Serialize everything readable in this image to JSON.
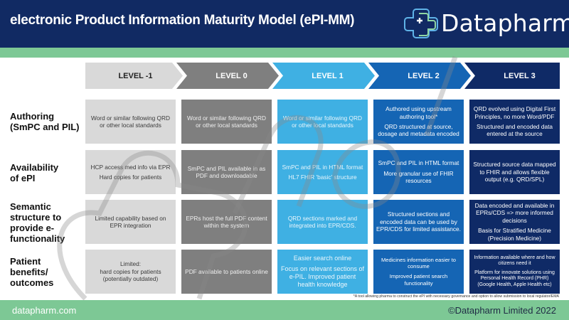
{
  "header": {
    "title": "electronic Product Information Maturity Model (ePI-MM)",
    "logo_text": "Datapharm"
  },
  "colors": {
    "header_bg": "#112a63",
    "accent_green": "#7dc895",
    "level_minus1": "#d9d9d9",
    "level_0": "#7f7f7f",
    "level_1": "#3fb0e3",
    "level_2": "#1565b4",
    "level_3": "#0f2a66"
  },
  "levels": [
    {
      "label": "LEVEL -1"
    },
    {
      "label": "LEVEL 0"
    },
    {
      "label": "LEVEL 1"
    },
    {
      "label": "LEVEL 2"
    },
    {
      "label": "LEVEL 3"
    }
  ],
  "rows": [
    {
      "label_lines": [
        "Authoring",
        "(SmPC and PIL)"
      ],
      "cells": [
        [
          "Word or similar following QRD or other local standards"
        ],
        [
          "Word or similar following QRD or other local standards"
        ],
        [
          "Word or similar following QRD or other local standards"
        ],
        [
          "Authored using upstream authoring tool*",
          "QRD structured at source, dosage and metadata encoded"
        ],
        [
          "QRD evolved using Digital First Principles, no more Word/PDF",
          "Structured and encoded data entered at the source"
        ]
      ]
    },
    {
      "label_lines": [
        "Availability",
        "of ePI"
      ],
      "cells": [
        [
          "HCP access med info via EPR",
          "Hard copies for patients"
        ],
        [
          "SmPC and PIL available in as PDF and downloadable"
        ],
        [
          "SmPC and PIL in HTML format",
          "HL7 FHIR 'basic' structure"
        ],
        [
          "SmPC and PIL in HTML format",
          "More granular use of FHIR resources"
        ],
        [
          "Structured source data mapped to FHIR and allows flexible output (e.g. QRD/SPL)"
        ]
      ]
    },
    {
      "label_lines": [
        "Semantic",
        "structure to",
        "provide e-",
        "functionality"
      ],
      "cells": [
        [
          "Limited capability based on EPR integration"
        ],
        [
          "EPRs host the full PDF content within the system"
        ],
        [
          "QRD sections marked and integrated into EPR/CDS."
        ],
        [
          "Structured sections and encoded data can be used by EPR/CDS for limited assistance."
        ],
        [
          "Data encoded and available in EPRs/CDS => more informed decisions",
          "Basis for Stratified Medicine (Precision Medicine)"
        ]
      ]
    },
    {
      "label_lines": [
        "Patient",
        "benefits/",
        "outcomes"
      ],
      "cells": [
        [
          "Limited:",
          "hard copies for patients (potentially outdated)"
        ],
        [
          "PDF available to patients online"
        ],
        [
          "Easier search online",
          "Focus on relevant sections of e-PIL. Improved patient health knowledge"
        ],
        [
          "Medicines information easier to consume",
          "Improved patient search functionality"
        ],
        [
          "Information available where and how citizens need it",
          "Platform for innovate solutions using Personal Health Record (PHR) (Google Health, Apple Health etc)"
        ]
      ]
    }
  ],
  "footnote": "*A tool allowing pharma to construct the ePI with necessary governance and option to allow submission to local regulator/EMA",
  "footer": {
    "website": "datapharm.com",
    "copyright": "©Datapharm Limited 2022"
  }
}
